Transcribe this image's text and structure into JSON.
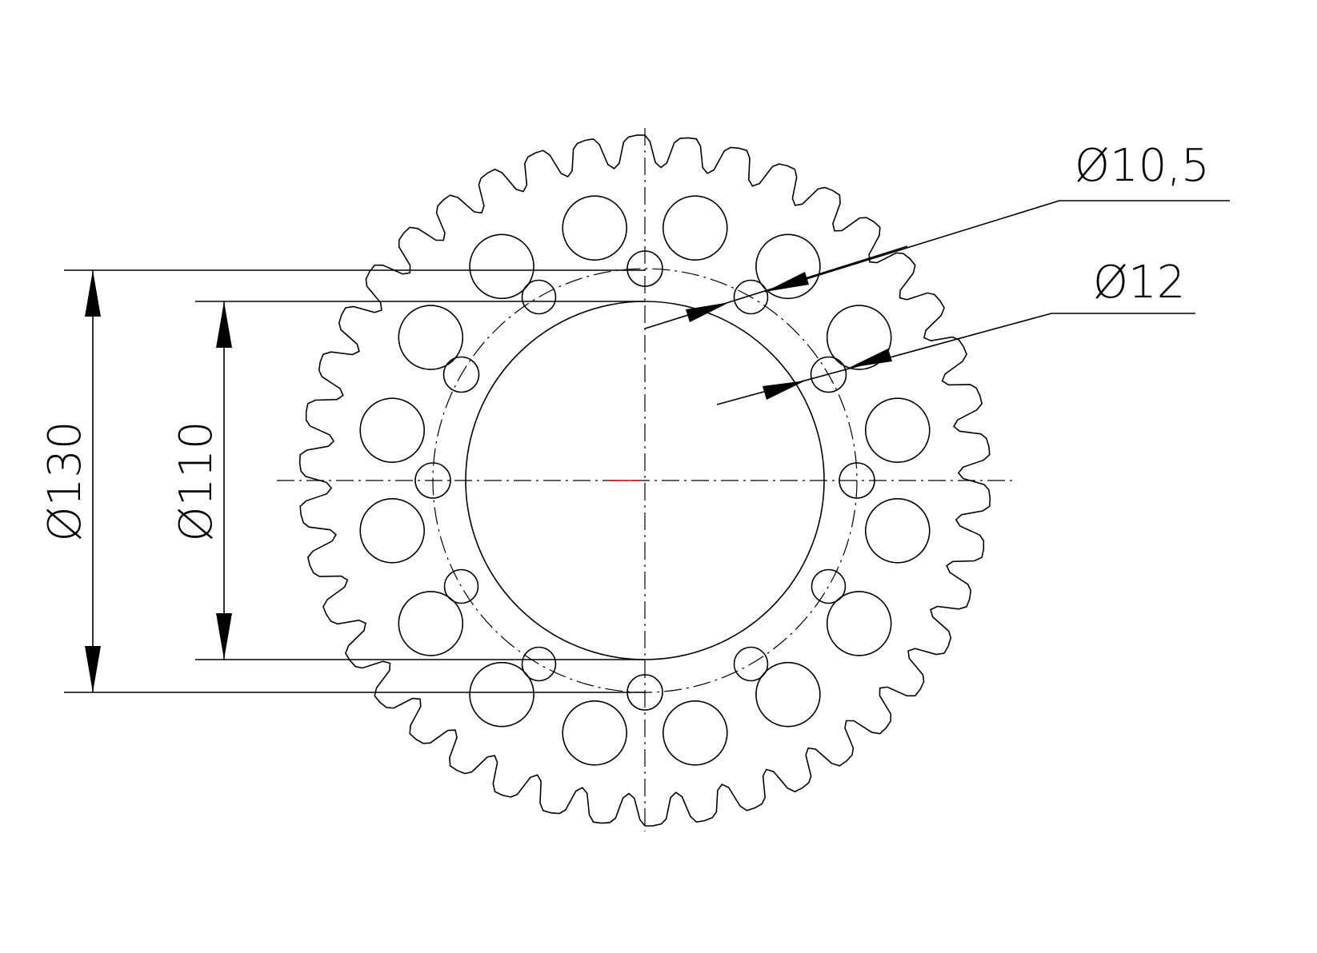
{
  "drawing": {
    "part": "sprocket",
    "teeth": 42,
    "line_color": "#000000",
    "center_mark_color": "#cc0000"
  },
  "dimensions": {
    "outer_bolt_circle": "Ø130",
    "inner_bore": "Ø110",
    "small_hole": "Ø10,5",
    "large_hole": "Ø12"
  }
}
